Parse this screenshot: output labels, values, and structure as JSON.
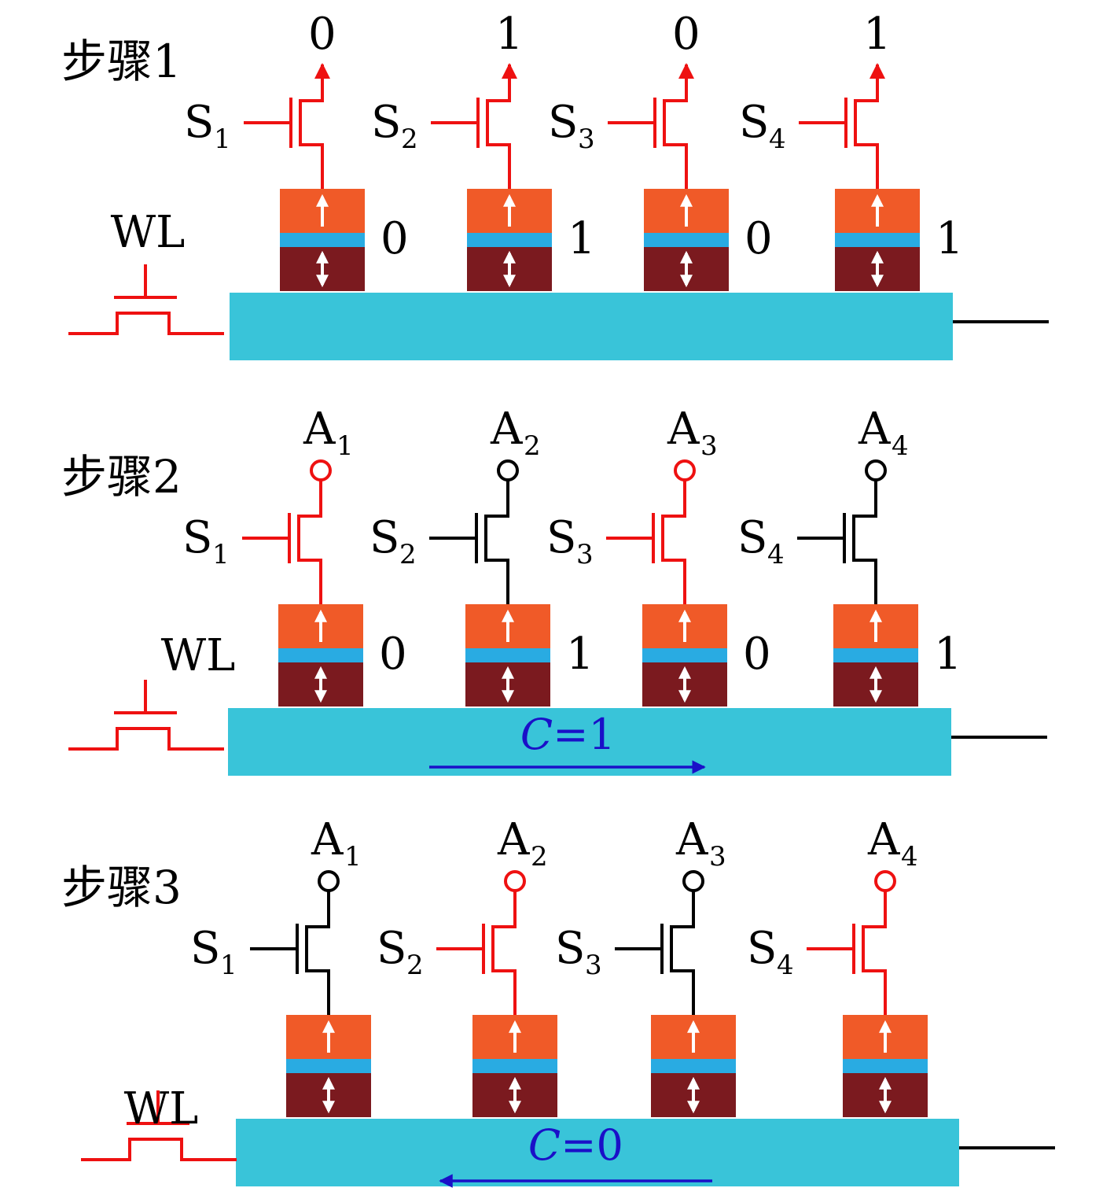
{
  "colors": {
    "active": "#ee1111",
    "inactive": "#000000",
    "channel": "#39c4d9",
    "free_layer": "#f05a28",
    "barrier": "#29abe2",
    "fixed_layer": "#7b1a1f",
    "current": "#1a10c8"
  },
  "panels": [
    {
      "step_label": "步骤1",
      "wl_label": "WL",
      "cells": [
        {
          "select": "S",
          "select_sub": "1",
          "top_label": "0",
          "top_sub": "",
          "stored": "0",
          "path": "active",
          "terminal": "arrow"
        },
        {
          "select": "S",
          "select_sub": "2",
          "top_label": "1",
          "top_sub": "",
          "stored": "1",
          "path": "active",
          "terminal": "arrow"
        },
        {
          "select": "S",
          "select_sub": "3",
          "top_label": "0",
          "top_sub": "",
          "stored": "0",
          "path": "active",
          "terminal": "arrow"
        },
        {
          "select": "S",
          "select_sub": "4",
          "top_label": "1",
          "top_sub": "",
          "stored": "1",
          "path": "active",
          "terminal": "arrow"
        }
      ],
      "current": null
    },
    {
      "step_label": "步骤2",
      "wl_label": "WL",
      "cells": [
        {
          "select": "S",
          "select_sub": "1",
          "top_label": "A",
          "top_sub": "1",
          "stored": "0",
          "path": "active",
          "terminal": "circle"
        },
        {
          "select": "S",
          "select_sub": "2",
          "top_label": "A",
          "top_sub": "2",
          "stored": "1",
          "path": "inactive",
          "terminal": "circle"
        },
        {
          "select": "S",
          "select_sub": "3",
          "top_label": "A",
          "top_sub": "3",
          "stored": "0",
          "path": "active",
          "terminal": "circle"
        },
        {
          "select": "S",
          "select_sub": "4",
          "top_label": "A",
          "top_sub": "4",
          "stored": "1",
          "path": "inactive",
          "terminal": "circle"
        }
      ],
      "current": {
        "var": "C",
        "eq": "=1",
        "direction": "right"
      }
    },
    {
      "step_label": "步骤3",
      "wl_label": "WL",
      "cells": [
        {
          "select": "S",
          "select_sub": "1",
          "top_label": "A",
          "top_sub": "1",
          "stored": "",
          "path": "inactive",
          "terminal": "circle"
        },
        {
          "select": "S",
          "select_sub": "2",
          "top_label": "A",
          "top_sub": "2",
          "stored": "",
          "path": "active",
          "terminal": "circle"
        },
        {
          "select": "S",
          "select_sub": "3",
          "top_label": "A",
          "top_sub": "3",
          "stored": "",
          "path": "inactive",
          "terminal": "circle"
        },
        {
          "select": "S",
          "select_sub": "4",
          "top_label": "A",
          "top_sub": "4",
          "stored": "",
          "path": "active",
          "terminal": "circle"
        }
      ],
      "current": {
        "var": "C",
        "eq": "=0",
        "direction": "left"
      }
    }
  ]
}
